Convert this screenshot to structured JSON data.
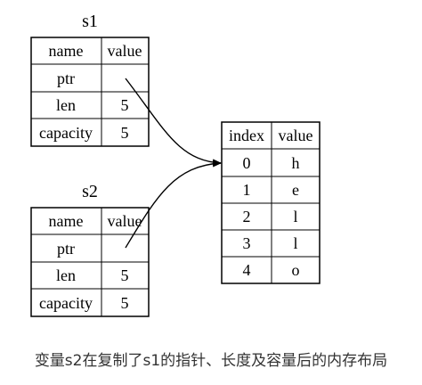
{
  "s1": {
    "title": "s1",
    "headers": [
      "name",
      "value"
    ],
    "rows": [
      {
        "name": "ptr",
        "value": ""
      },
      {
        "name": "len",
        "value": "5"
      },
      {
        "name": "capacity",
        "value": "5"
      }
    ]
  },
  "s2": {
    "title": "s2",
    "headers": [
      "name",
      "value"
    ],
    "rows": [
      {
        "name": "ptr",
        "value": ""
      },
      {
        "name": "len",
        "value": "5"
      },
      {
        "name": "capacity",
        "value": "5"
      }
    ]
  },
  "heap": {
    "headers": [
      "index",
      "value"
    ],
    "rows": [
      {
        "index": "0",
        "value": "h"
      },
      {
        "index": "1",
        "value": "e"
      },
      {
        "index": "2",
        "value": "l"
      },
      {
        "index": "3",
        "value": "l"
      },
      {
        "index": "4",
        "value": "o"
      }
    ]
  },
  "caption": "变量s2在复制了s1的指针、长度及容量后的内存布局"
}
